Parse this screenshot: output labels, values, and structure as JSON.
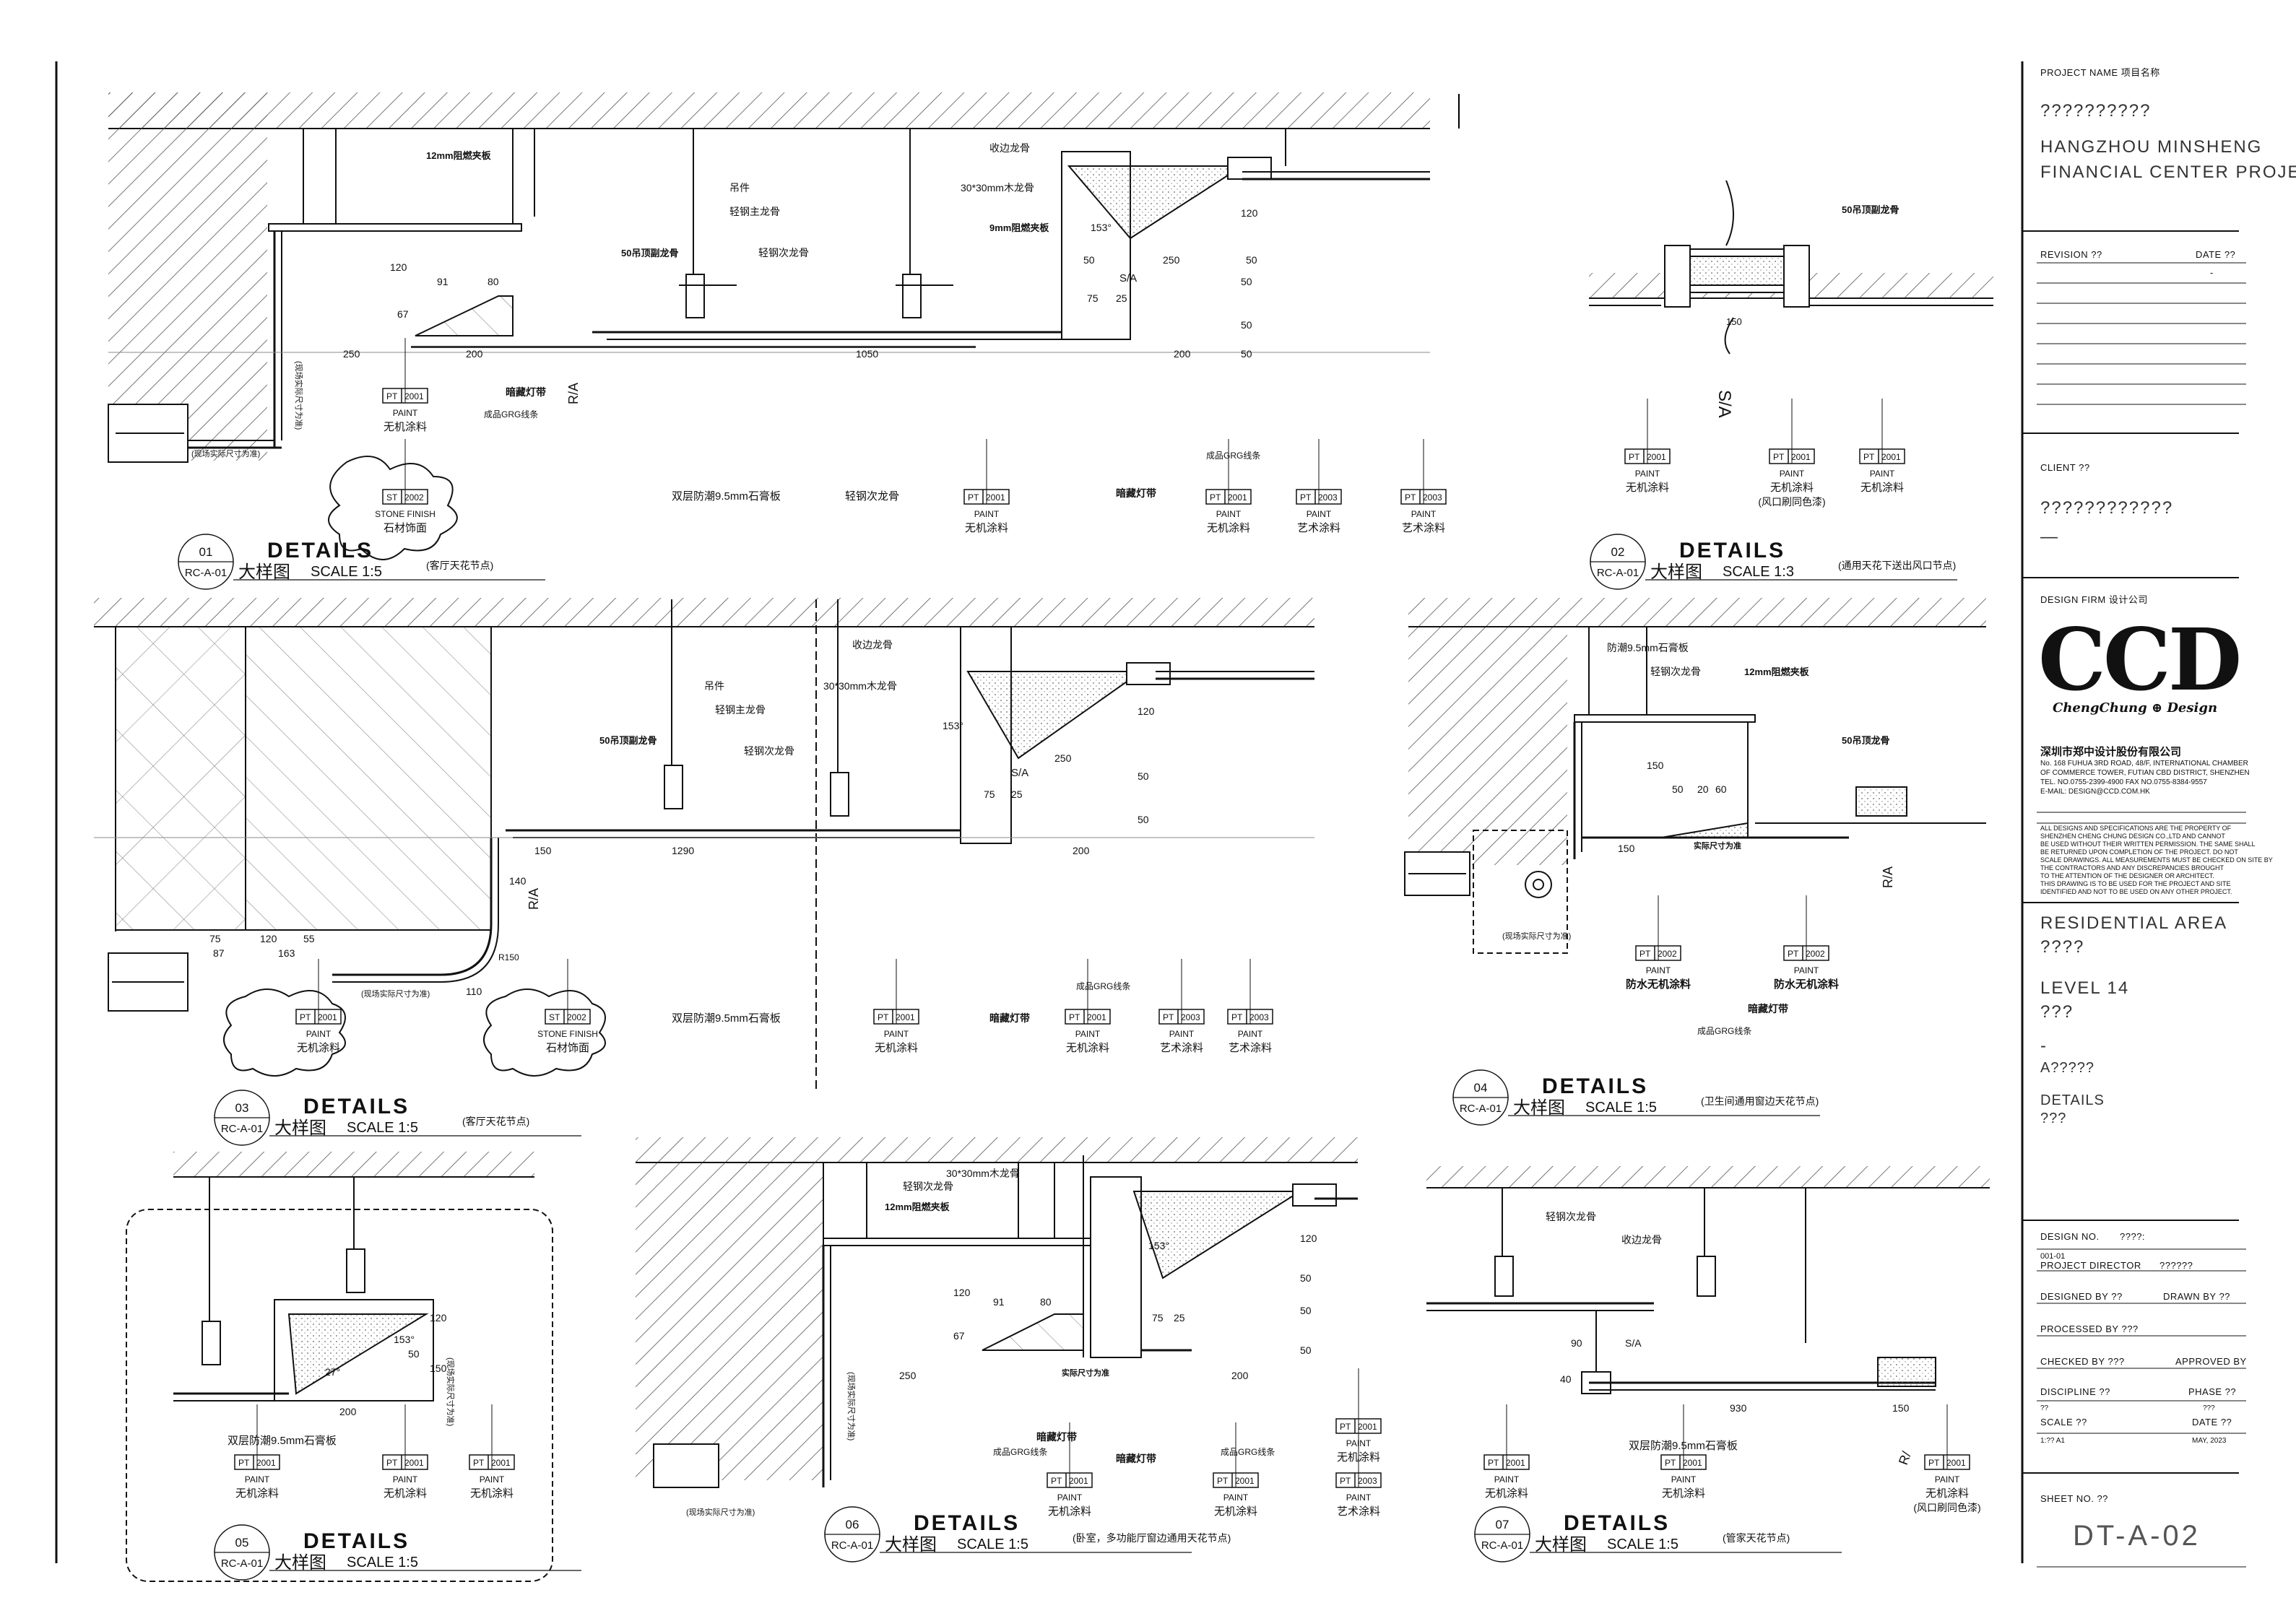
{
  "details": [
    {
      "number": "01",
      "ref": "RC-A-01",
      "title": "DETAILS",
      "title_cn": "大样图",
      "scale": "SCALE  1:5",
      "note": "(客厅天花节点)"
    },
    {
      "number": "02",
      "ref": "RC-A-01",
      "title": "DETAILS",
      "title_cn": "大样图",
      "scale": "SCALE  1:3",
      "note": "(通用天花下送出风口节点)"
    },
    {
      "number": "03",
      "ref": "RC-A-01",
      "title": "DETAILS",
      "title_cn": "大样图",
      "scale": "SCALE  1:5",
      "note": "(客厅天花节点)"
    },
    {
      "number": "04",
      "ref": "RC-A-01",
      "title": "DETAILS",
      "title_cn": "大样图",
      "scale": "SCALE  1:5",
      "note": "(卫生间通用窗边天花节点)"
    },
    {
      "number": "05",
      "ref": "RC-A-01",
      "title": "DETAILS",
      "title_cn": "大样图",
      "scale": "SCALE  1:5",
      "note": ""
    },
    {
      "number": "06",
      "ref": "RC-A-01",
      "title": "DETAILS",
      "title_cn": "大样图",
      "scale": "SCALE  1:5",
      "note": "(卧室，多功能厅窗边通用天花节点)"
    },
    {
      "number": "07",
      "ref": "RC-A-01",
      "title": "DETAILS",
      "title_cn": "大样图",
      "scale": "SCALE  1:5",
      "note": "(管家天花节点)"
    }
  ],
  "annotations": {
    "d1": {
      "gypsum12": "12mm阻燃夹板",
      "hanger": "吊件",
      "main_keel": "轻钢主龙骨",
      "sec_keel": "轻钢次龙骨",
      "edge_keel": "收边龙骨",
      "wood_keel": "30*30mm木龙骨",
      "ply9": "9mm阻燃夹板",
      "keel50": "50吊顶副龙骨",
      "sa": "S/A",
      "ra": "R/A",
      "led": "暗藏灯带",
      "grg": "成品GRG线条",
      "board": "双层防潮9.5mm石膏板",
      "site": "(现场实际尺寸为准)",
      "angle": "153°",
      "dims": [
        "120",
        "67",
        "91",
        "80",
        "250",
        "200",
        "1050",
        "200",
        "50",
        "250",
        "50",
        "75",
        "25",
        "120",
        "50",
        "50",
        "50"
      ],
      "tags": [
        {
          "code": "PT",
          "num": "2001",
          "l1": "PAINT",
          "l2": "无机涂料"
        },
        {
          "code": "ST",
          "num": "2002",
          "l1": "STONE FINISH",
          "l2": "石材饰面"
        },
        {
          "code": "PT",
          "num": "2001",
          "l1": "PAINT",
          "l2": "无机涂料"
        },
        {
          "code": "PT",
          "num": "2001",
          "l1": "PAINT",
          "l2": "无机涂料"
        },
        {
          "code": "PT",
          "num": "2003",
          "l1": "PAINT",
          "l2": "艺术涂料"
        },
        {
          "code": "PT",
          "num": "2003",
          "l1": "PAINT",
          "l2": "艺术涂料"
        }
      ]
    },
    "d2": {
      "keel50": "50吊顶副龙骨",
      "sa": "S/A",
      "dim": "150",
      "tags": [
        {
          "code": "PT",
          "num": "2001",
          "l1": "PAINT",
          "l2": "无机涂料"
        },
        {
          "code": "PT",
          "num": "2001",
          "l1": "PAINT",
          "l2": "无机涂料",
          "l3": "(风口刷同色漆)"
        },
        {
          "code": "PT",
          "num": "2001",
          "l1": "PAINT",
          "l2": "无机涂料"
        }
      ]
    },
    "d3": {
      "edge_keel": "收边龙骨",
      "wood_keel": "30*30mm木龙骨",
      "hanger": "吊件",
      "main_keel": "轻钢主龙骨",
      "sec_keel": "轻钢次龙骨",
      "keel50": "50吊顶副龙骨",
      "sa": "S/A",
      "ra": "R/A",
      "angle": "153°",
      "board": "双层防潮9.5mm石膏板",
      "grg": "成品GRG线条",
      "led": "暗藏灯带",
      "site": "(现场实际尺寸为准)",
      "dims": [
        "150",
        "1290",
        "200",
        "250",
        "120",
        "50",
        "50",
        "75",
        "25",
        "140",
        "75",
        "120",
        "55",
        "87",
        "163",
        "110",
        "R150"
      ],
      "tags": [
        {
          "code": "PT",
          "num": "2001",
          "l1": "PAINT",
          "l2": "无机涂料"
        },
        {
          "code": "ST",
          "num": "2002",
          "l1": "STONE FINISH",
          "l2": "石材饰面"
        },
        {
          "code": "PT",
          "num": "2001",
          "l1": "PAINT",
          "l2": "无机涂料"
        },
        {
          "code": "PT",
          "num": "2001",
          "l1": "PAINT",
          "l2": "无机涂料"
        },
        {
          "code": "PT",
          "num": "2003",
          "l1": "PAINT",
          "l2": "艺术涂料"
        },
        {
          "code": "PT",
          "num": "2003",
          "l1": "PAINT",
          "l2": "艺术涂料"
        }
      ]
    },
    "d4": {
      "board": "防潮9.5mm石膏板",
      "sec_keel": "轻钢次龙骨",
      "gypsum12": "12mm阻燃夹板",
      "keel50": "50吊顶龙骨",
      "site": "实际尺寸为准",
      "ra": "R/A",
      "grg": "成品GRG线条",
      "led": "暗藏灯带",
      "site2": "(现场实际尺寸为准)",
      "dims": [
        "150",
        "50",
        "20",
        "60",
        "150"
      ],
      "tags": [
        {
          "code": "PT",
          "num": "2002",
          "l1": "PAINT",
          "l2": "防水无机涂料"
        },
        {
          "code": "PT",
          "num": "2002",
          "l1": "PAINT",
          "l2": "防水无机涂料"
        }
      ]
    },
    "d5": {
      "board": "双层防潮9.5mm石膏板",
      "site": "(现场实际尺寸为准)",
      "angle": "153°",
      "angle2": "27°",
      "dims": [
        "120",
        "50",
        "150",
        "200"
      ],
      "tags": [
        {
          "code": "PT",
          "num": "2001",
          "l1": "PAINT",
          "l2": "无机涂料"
        },
        {
          "code": "PT",
          "num": "2001",
          "l1": "PAINT",
          "l2": "无机涂料"
        },
        {
          "code": "PT",
          "num": "2001",
          "l1": "PAINT",
          "l2": "无机涂料"
        }
      ]
    },
    "d6": {
      "wood_keel": "30*30mm木龙骨",
      "sec_keel": "轻钢次龙骨",
      "gypsum12": "12mm阻燃夹板",
      "angle": "153°",
      "grg": "成品GRG线条",
      "led": "暗藏灯带",
      "site": "(现场实际尺寸为准)",
      "site2": "实际尺寸为准",
      "dims": [
        "120",
        "67",
        "91",
        "80",
        "250",
        "200",
        "75",
        "25",
        "120",
        "50",
        "50",
        "50"
      ],
      "tags": [
        {
          "code": "PT",
          "num": "2001",
          "l1": "PAINT",
          "l2": "无机涂料"
        },
        {
          "code": "PT",
          "num": "2001",
          "l1": "PAINT",
          "l2": "无机涂料"
        },
        {
          "code": "PT",
          "num": "2001",
          "l1": "PAINT",
          "l2": "无机涂料"
        },
        {
          "code": "PT",
          "num": "2003",
          "l1": "PAINT",
          "l2": "艺术涂料"
        }
      ]
    },
    "d7": {
      "sec_keel": "轻钢次龙骨",
      "edge_keel": "收边龙骨",
      "sa": "S/A",
      "ra": "R/",
      "board": "双层防潮9.5mm石膏板",
      "dims": [
        "90",
        "40",
        "930",
        "150"
      ],
      "tags": [
        {
          "code": "PT",
          "num": "2001",
          "l1": "PAINT",
          "l2": "无机涂料"
        },
        {
          "code": "PT",
          "num": "2001",
          "l1": "PAINT",
          "l2": "无机涂料"
        },
        {
          "code": "PT",
          "num": "2001",
          "l1": "PAINT",
          "l2": "无机涂料",
          "l3": "(风口刷同色漆)"
        }
      ]
    }
  },
  "title_block": {
    "project_label": "PROJECT NAME  项目名称",
    "project_name_cn": "??????????",
    "project_name_l1": "HANGZHOU MINSHENG",
    "project_name_l2": "FINANCIAL CENTER PROJECT",
    "revision_label": "REVISION ??",
    "date_label": "DATE ??",
    "date_value": "-",
    "client_label": "CLIENT ??",
    "client_value": "????????????",
    "client_dash": "—",
    "firm_label": "DESIGN FIRM  设计公司",
    "logo": "CCD",
    "logo_sub": "ChengChung ⊕ Design",
    "firm_cn": "深圳市郑中设计股份有限公司",
    "address": [
      "No. 168 FUHUA 3RD ROAD, 48/F, INTERNATIONAL CHAMBER",
      "OF COMMERCE TOWER, FUTIAN CBD DISTRICT, SHENZHEN",
      "TEL. NO.0755-2399-4900  FAX NO.0755-8384-9557",
      "E-MAIL: DESIGN@CCD.COM.HK"
    ],
    "disclaimer": [
      "ALL DESIGNS AND SPECIFICATIONS ARE THE PROPERTY OF",
      "SHENZHEN CHENG CHUNG DESIGN CO.,LTD  AND CANNOT",
      "BE USED WITHOUT THEIR WRITTEN PERMISSION. THE SAME SHALL",
      "BE RETURNED UPON COMPLETION OF THE PROJECT. DO NOT",
      "SCALE DRAWINGS. ALL MEASUREMENTS MUST BE CHECKED ON SITE BY",
      "THE CONTRACTORS AND ANY DISCREPANCIES BROUGHT",
      "TO THE ATTENTION OF THE DESIGNER OR ARCHITECT.",
      "THIS DRAWING IS TO BE USED FOR THE PROJECT AND SITE",
      "IDENTIFIED AND NOT TO BE USED ON ANY OTHER PROJECT."
    ],
    "area_en": "RESIDENTIAL AREA",
    "area_cn": "????",
    "level_en": "LEVEL 14",
    "level_cn": "???",
    "dash": "-",
    "sheet_set": "A?????",
    "details_en": "DETAILS",
    "details_cn": "???",
    "design_no_label": "DESIGN NO.",
    "design_no_q": "????:",
    "design_no_value": "001-01",
    "director_label": "PROJECT DIRECTOR",
    "director_value": "??????",
    "designed_label": "DESIGNED BY  ??",
    "drawn_label": "DRAWN BY  ??",
    "processed_label": "PROCESSED BY ???",
    "checked_label": "CHECKED BY  ???",
    "approved_label": "APPROVED BY",
    "discipline_label": "DISCIPLINE  ??",
    "phase_label": "PHASE  ??",
    "discipline_value": "??",
    "phase_value": "???",
    "scale_label": "SCALE  ??",
    "scale_value": "1:?? A1",
    "date2_label": "DATE  ??",
    "date2_value": "MAY, 2023",
    "sheet_no_label": "SHEET NO.  ??",
    "sheet_no": "DT-A-02"
  }
}
